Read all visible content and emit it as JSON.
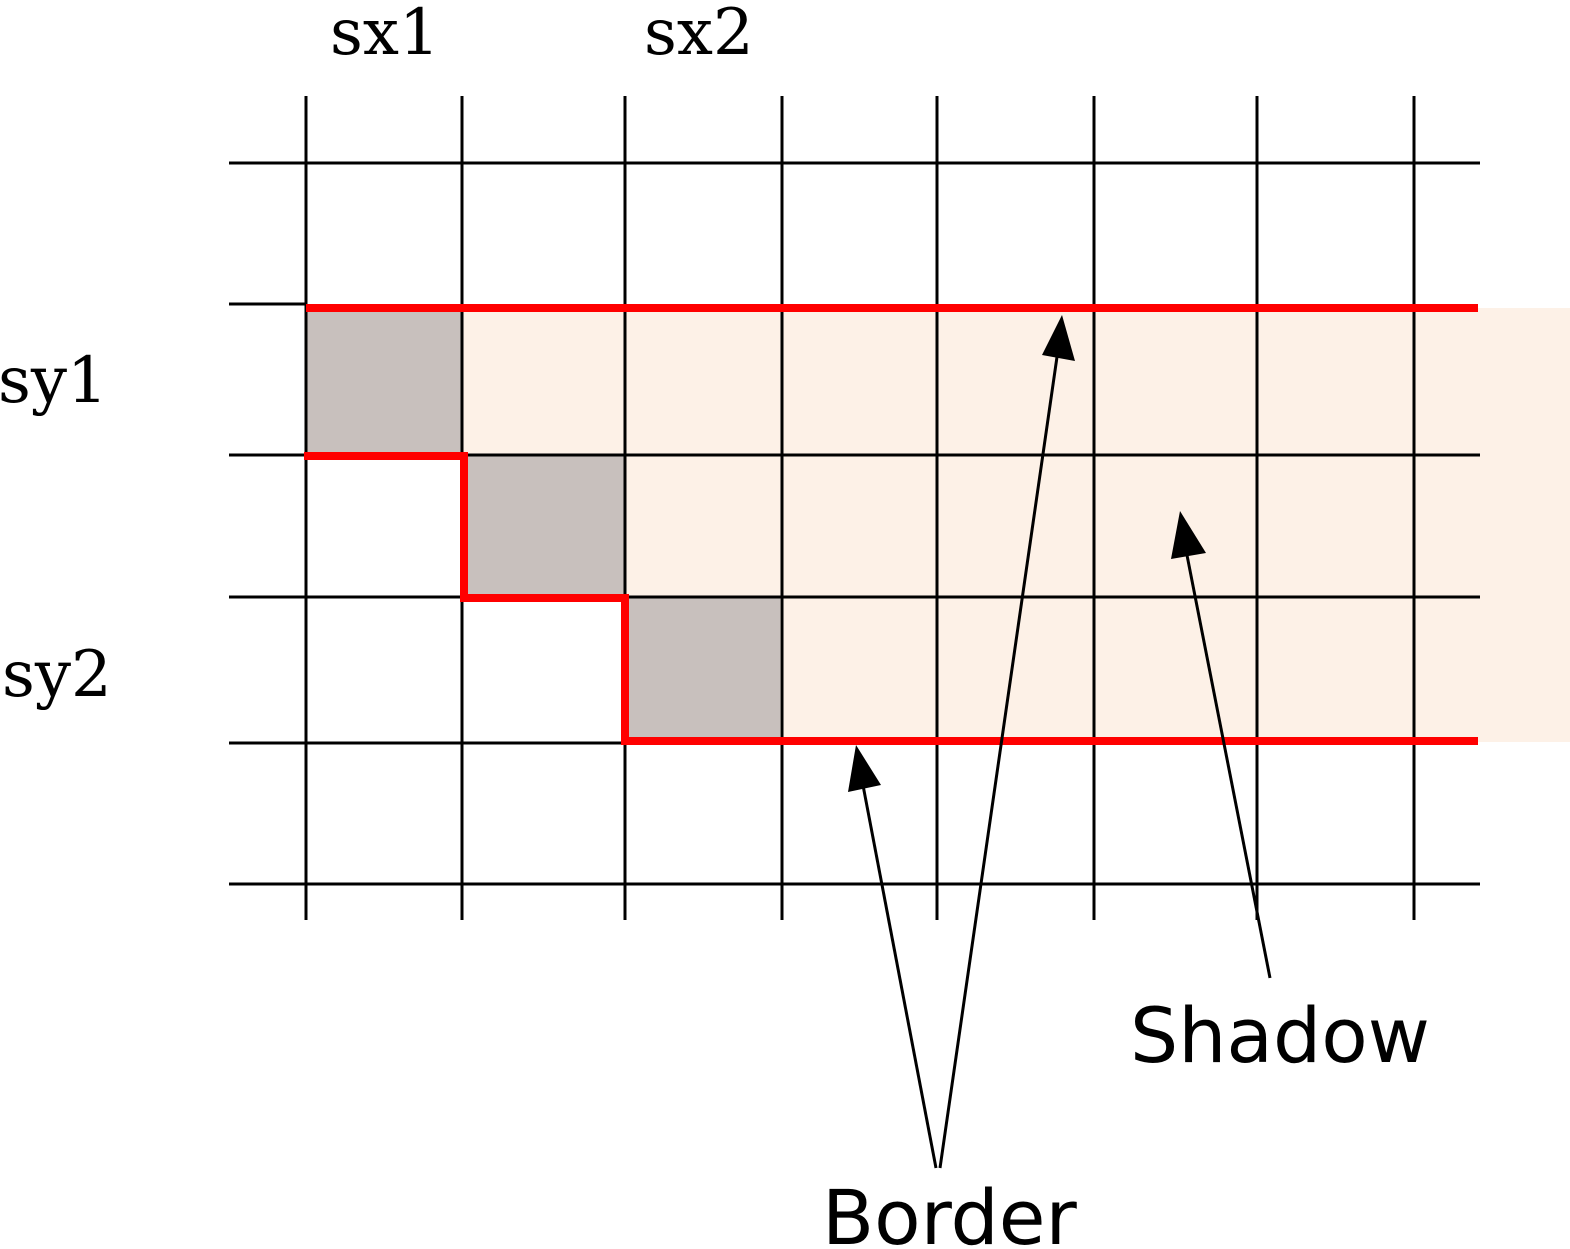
{
  "labels": {
    "sx1": "sx1",
    "sx2": "sx2",
    "sy1": "sy1",
    "sy2": "sy2",
    "shadow": "Shadow",
    "border": "Border"
  },
  "colors": {
    "grid": "#000000",
    "border": "#ff0000",
    "shadow_fill": "#fdf1e7",
    "shadow_grid": "#4a3a30",
    "blocked_cell": "#c8c0bd",
    "background": "#ffffff"
  }
}
